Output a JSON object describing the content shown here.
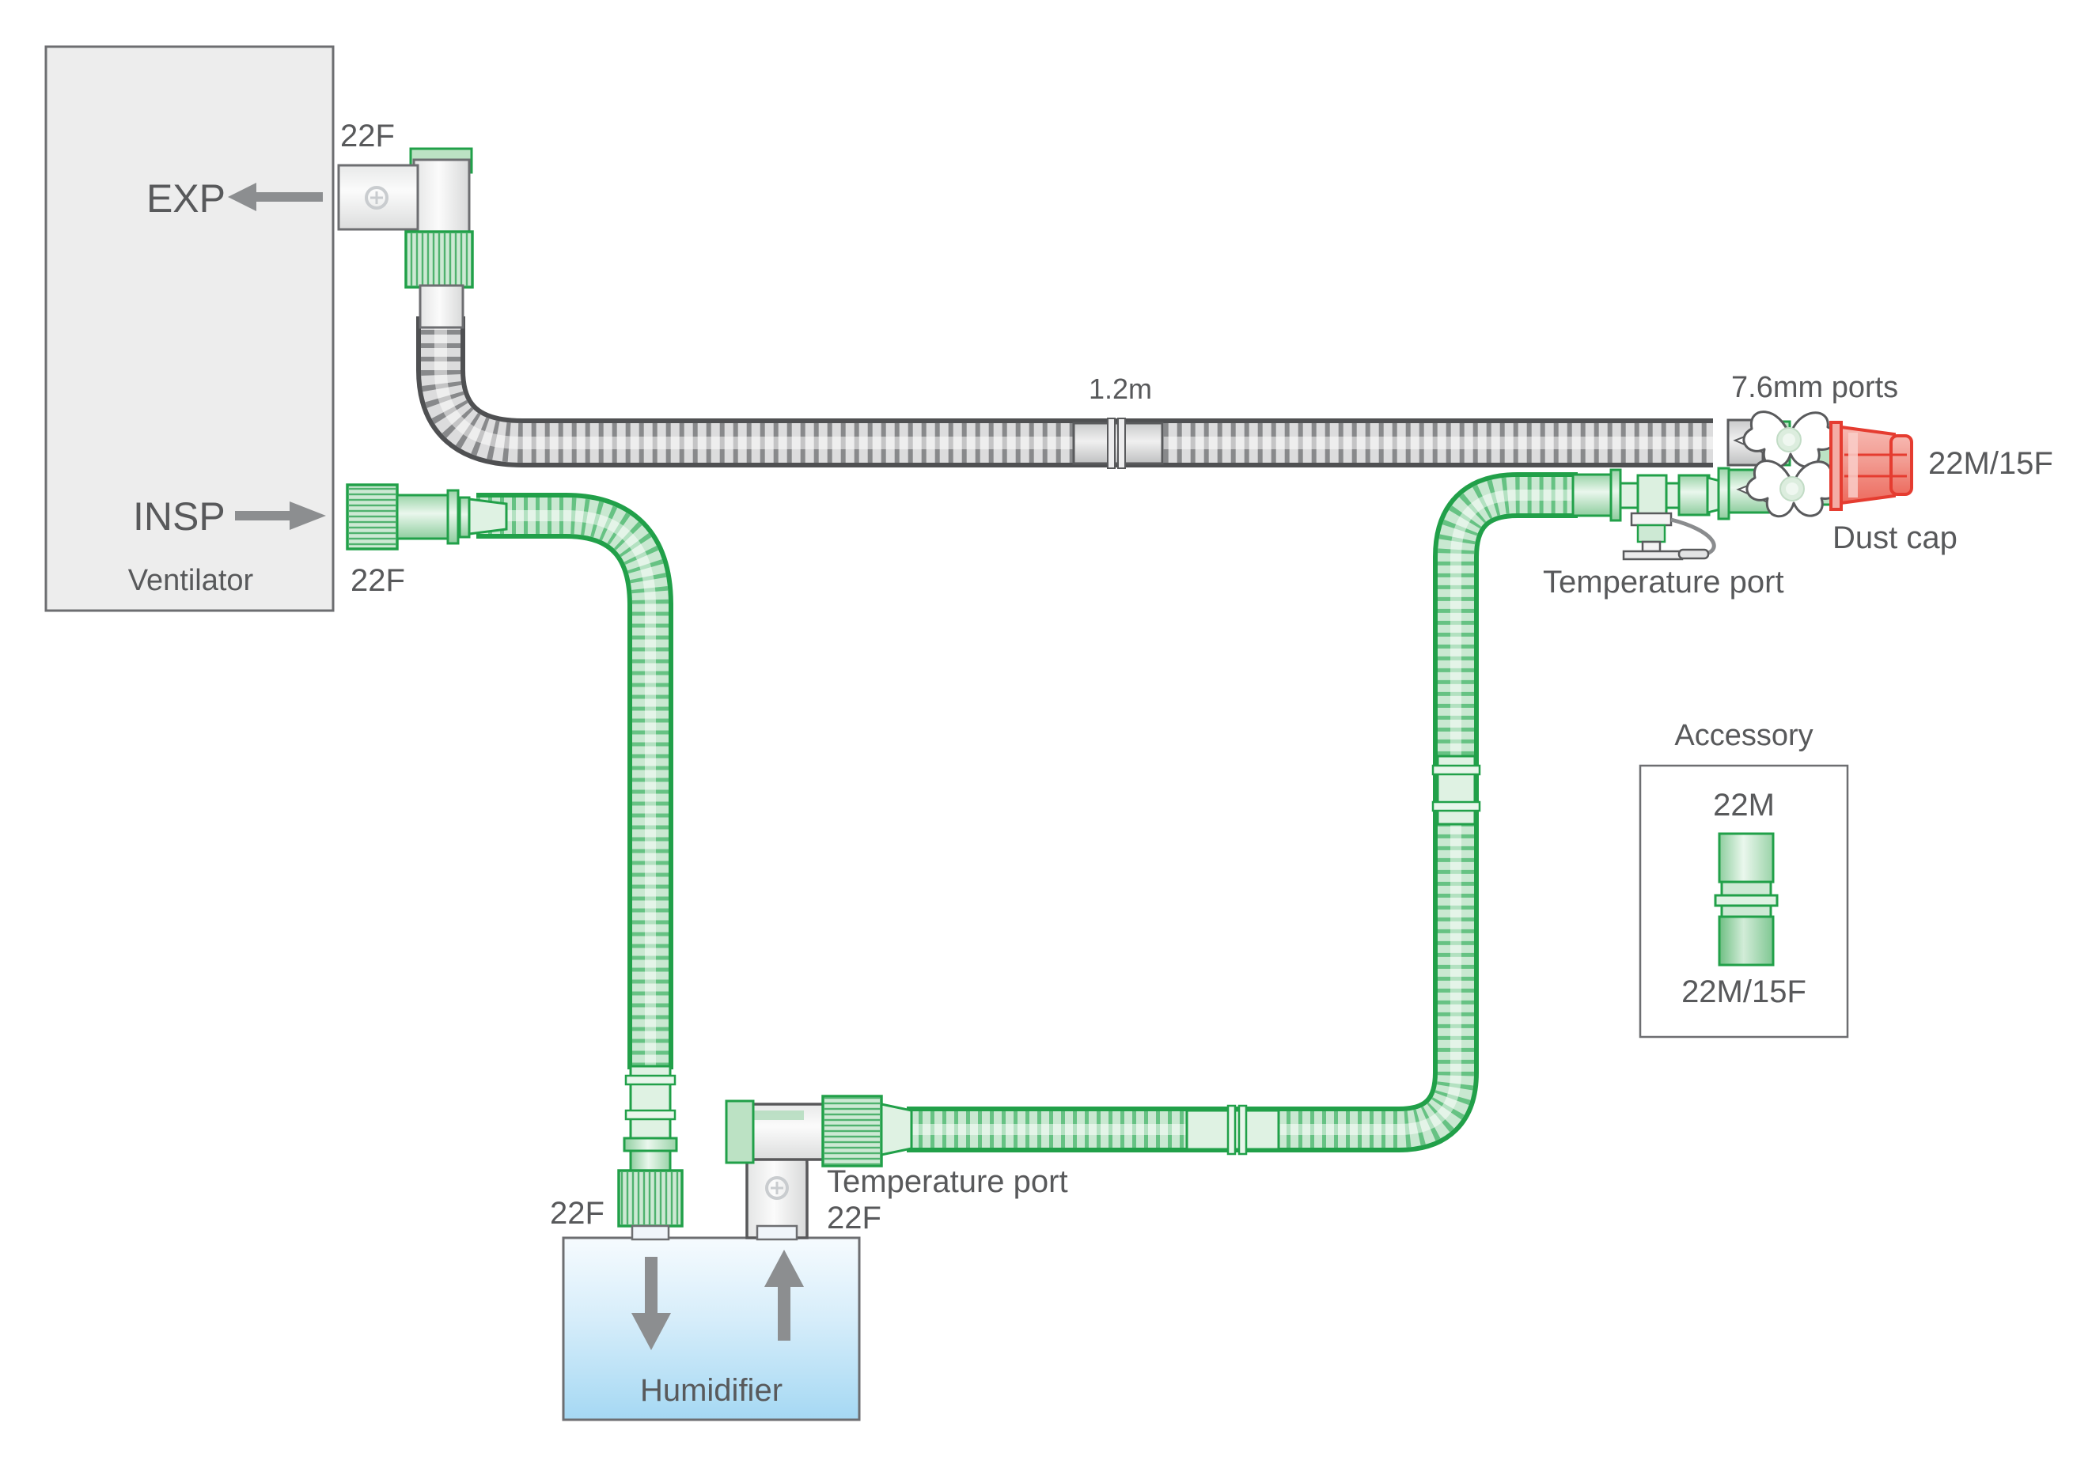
{
  "ventilator": {
    "title": "Ventilator",
    "exp": "EXP",
    "insp": "INSP",
    "exp_port": "22F",
    "insp_port": "22F"
  },
  "exp_limb": {
    "length": "1.2m"
  },
  "patient_end": {
    "ports": "7.6mm ports",
    "connector": "22M/15F",
    "dust_cap": "Dust cap",
    "temperature_port": "Temperature port"
  },
  "humidifier": {
    "title": "Humidifier",
    "inlet_port": "22F",
    "outlet_port": "22F",
    "temperature_port": "Temperature port"
  },
  "accessory": {
    "title": "Accessory",
    "male": "22M",
    "male_15f": "22M/15F"
  },
  "colors": {
    "circuit_green": "#21A049",
    "tube_gray": "#595A5C",
    "dust_cap_red": "#E53C30",
    "humidifier_blue": "#A5D8F3",
    "ventilator_fill": "#EDEDED",
    "label": "#58595B"
  }
}
